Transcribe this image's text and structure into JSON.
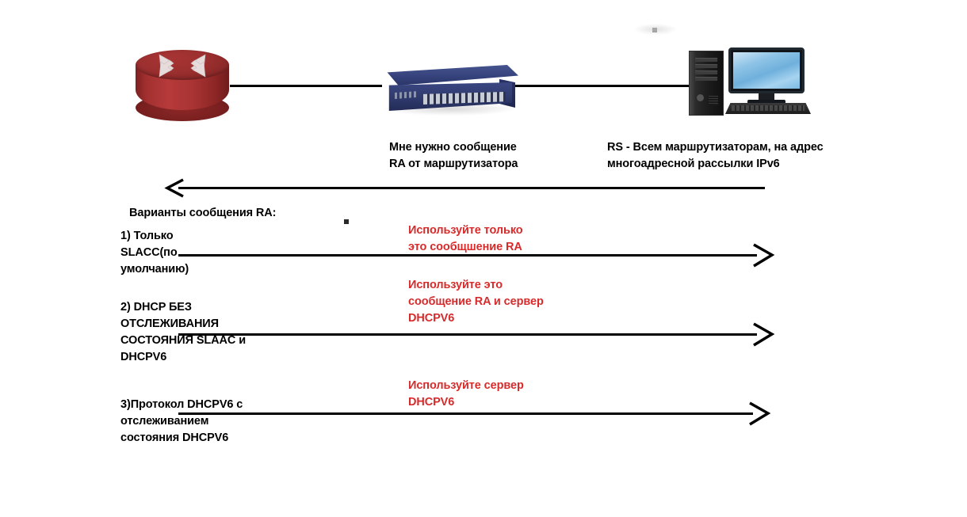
{
  "diagram": {
    "title_semantics": "IPv6 SLAAC / DHCPv6 RA message options diagram",
    "devices": {
      "router": {
        "name": "router",
        "color": "#a33030"
      },
      "switch": {
        "name": "switch",
        "color": "#34417a"
      },
      "computer": {
        "name": "desktop-computer",
        "color": "#1c1c1c",
        "screen_color": "#8ec3e6"
      }
    },
    "labels": {
      "host_request": "Мне нужно сообщение\nRA от маршрутизатора",
      "rs_description": "RS - Всем маршрутизаторам, на адрес\nмногоадресной рассылки IPv6",
      "ra_options_heading": "Варианты сообщения RA:",
      "option_1": "1) Только\nSLACC(по\nумолчанию)",
      "option_2": "2) DHCP БЕЗ\nОТСЛЕЖИВАНИЯ\nСОСТОЯНИЯ SLAAC и\nDHCPV6",
      "option_3": "3)Протокол DHCPV6 с\nотслеживанием\nсостояния DHCPV6"
    },
    "annotations": {
      "annotation_1": "Используйте только\nэто сообщшение RA",
      "annotation_2": "Используйте это\nсообщение RA и сервер\nDHCPV6",
      "annotation_3": "Используйте сервер\nDHCPV6",
      "color": "#d72b2b"
    },
    "arrows": [
      {
        "name": "rs-arrow-leftward",
        "direction": "left"
      },
      {
        "name": "ra-option-1-arrow-rightward",
        "direction": "right"
      },
      {
        "name": "ra-option-2-arrow-rightward",
        "direction": "right"
      },
      {
        "name": "ra-option-3-arrow-rightward",
        "direction": "right"
      }
    ]
  }
}
